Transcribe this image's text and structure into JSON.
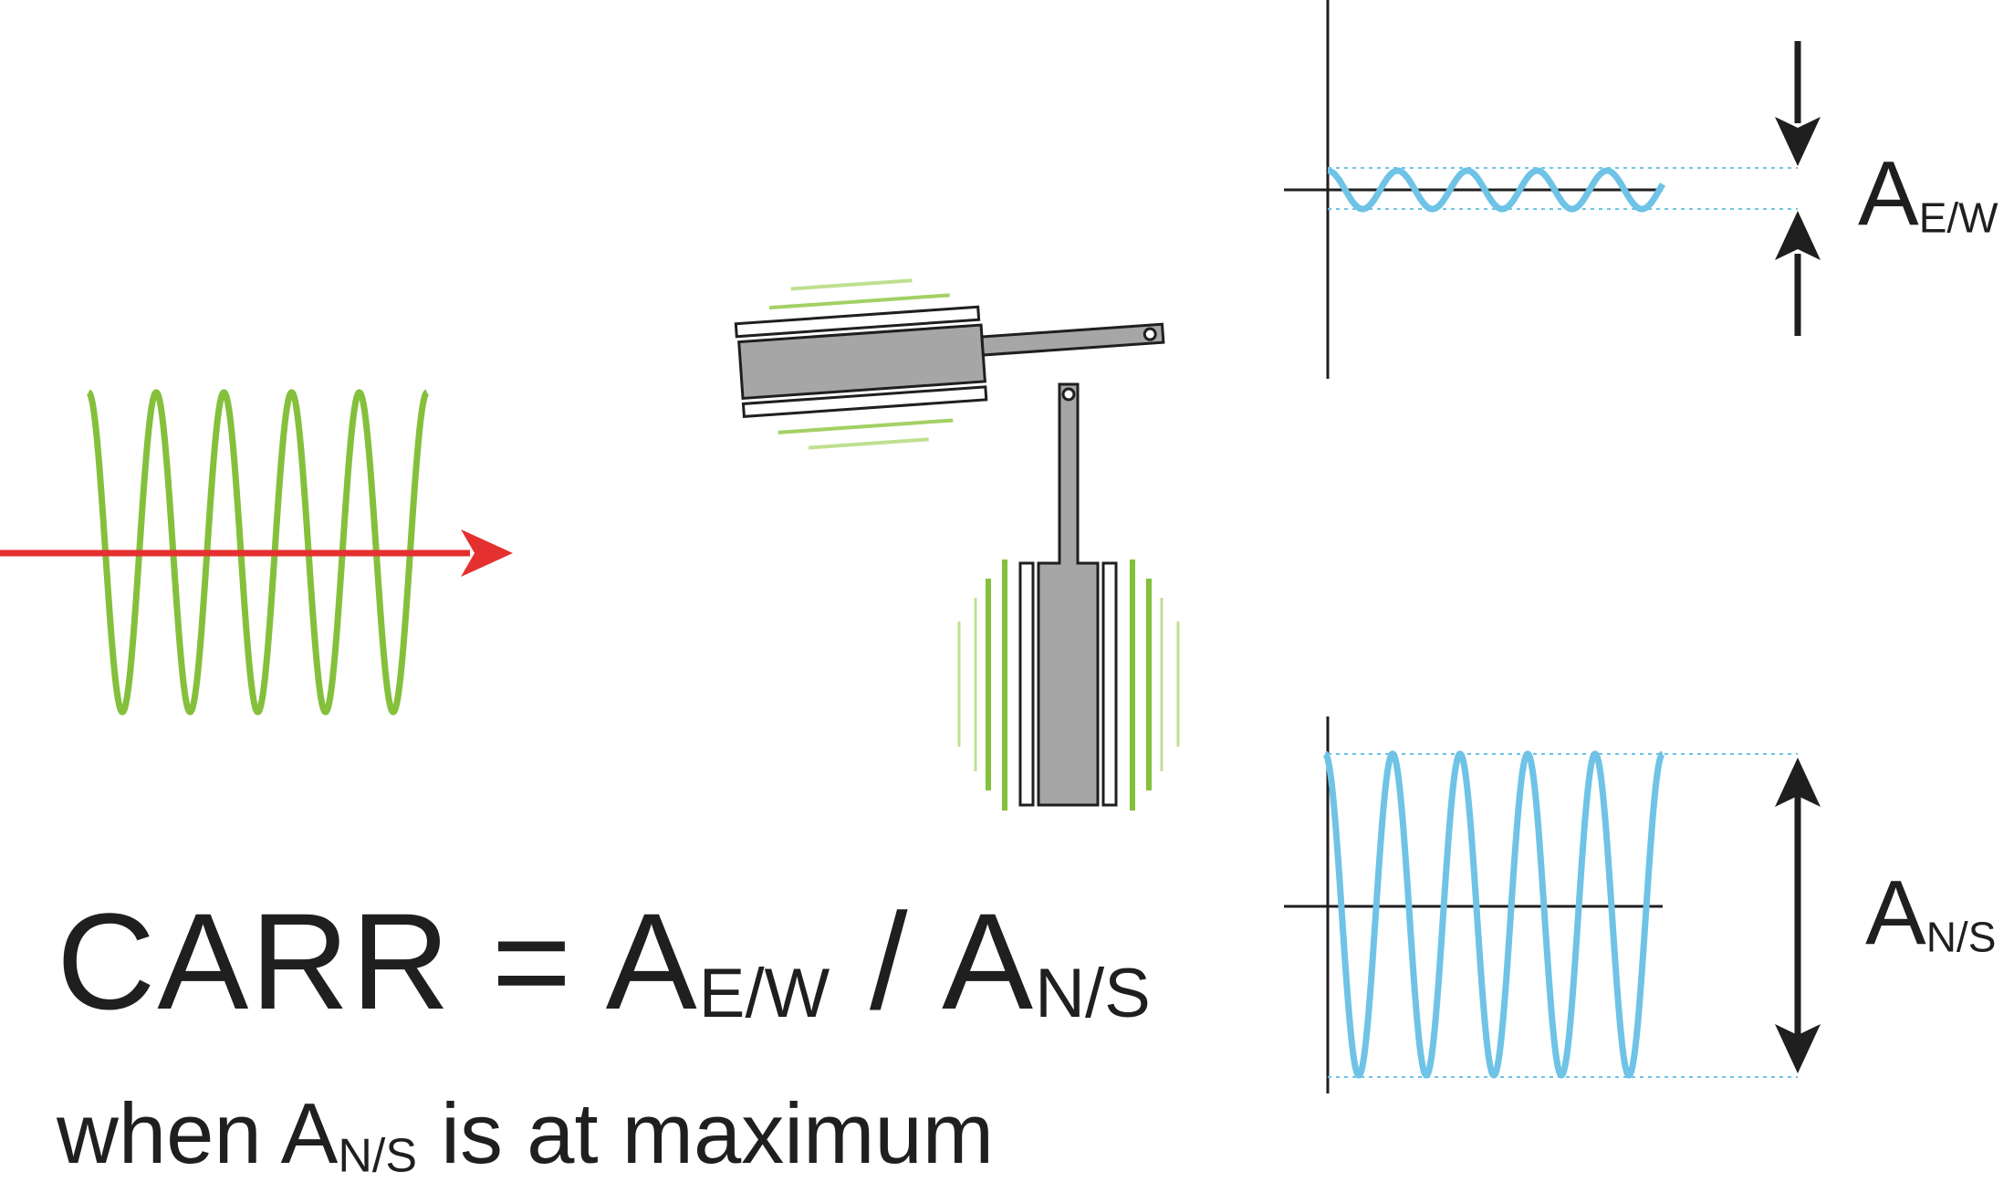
{
  "formula": {
    "lhs": "CARR = A",
    "sub1": "E/W",
    "mid": " / A",
    "sub2": "N/S"
  },
  "note": {
    "pre": "when A",
    "sub": "N/S",
    "post": " is at maximum"
  },
  "labels": {
    "ew_main": "A",
    "ew_sub": "E/W",
    "ns_main": "A",
    "ns_sub": "N/S"
  },
  "colors": {
    "green": "#84c03c",
    "light_green": "#bfe08f",
    "red": "#e53030",
    "blue": "#6ec3e6",
    "gray": "#a6a6a6",
    "dark": "#1f1f1f"
  }
}
